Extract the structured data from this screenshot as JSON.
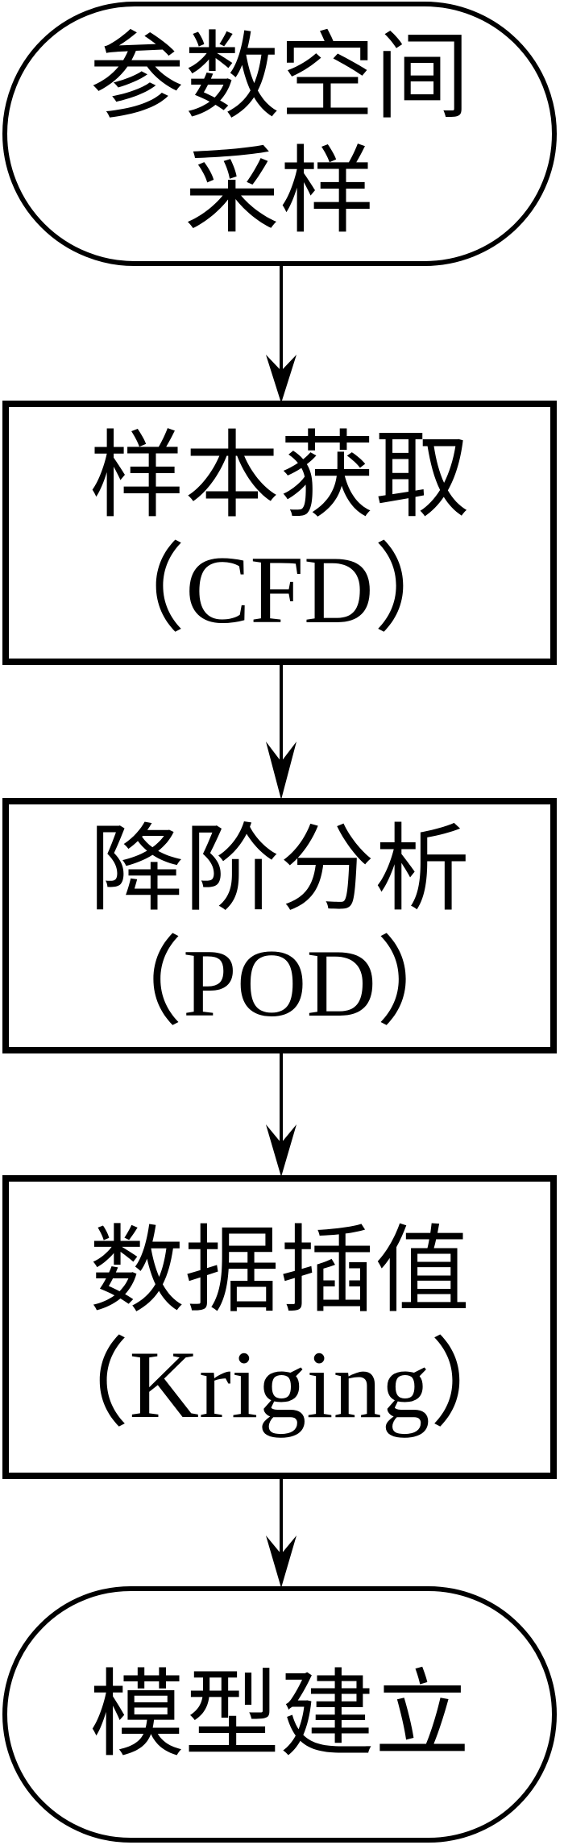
{
  "flowchart": {
    "nodes": [
      {
        "id": "start",
        "shape": "terminal",
        "lines": [
          "参数空间",
          "采样"
        ]
      },
      {
        "id": "sampling",
        "shape": "process",
        "lines": [
          "样本获取",
          "（CFD）"
        ]
      },
      {
        "id": "reduction",
        "shape": "process",
        "lines": [
          "降阶分析",
          "（POD）"
        ]
      },
      {
        "id": "interpolation",
        "shape": "process",
        "lines": [
          "数据插值",
          "（Kriging）"
        ]
      },
      {
        "id": "end",
        "shape": "terminal",
        "lines": [
          "模型建立"
        ]
      }
    ],
    "edges": [
      {
        "from": "start",
        "to": "sampling"
      },
      {
        "from": "sampling",
        "to": "reduction"
      },
      {
        "from": "reduction",
        "to": "interpolation"
      },
      {
        "from": "interpolation",
        "to": "end"
      }
    ],
    "colors": {
      "stroke": "#000000",
      "background": "#ffffff"
    }
  }
}
